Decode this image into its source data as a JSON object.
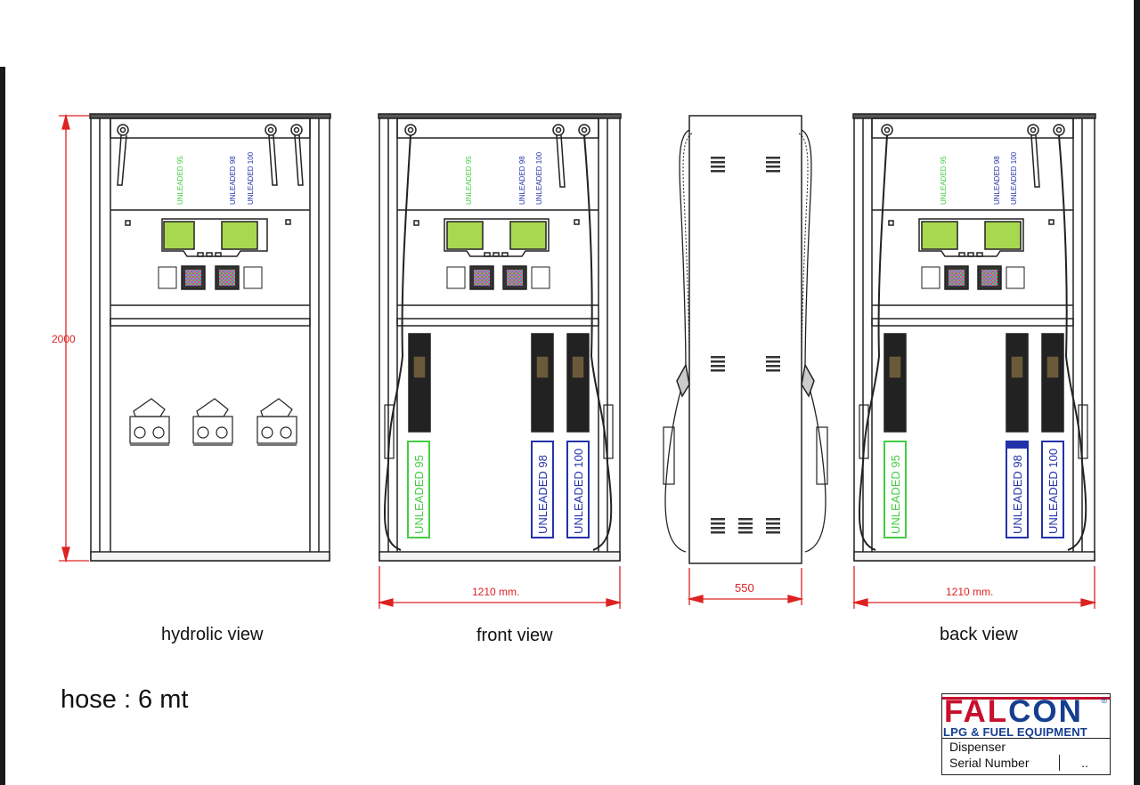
{
  "dimensions": {
    "height": "2000",
    "front_width": "1210 mm.",
    "side_width": "550",
    "back_width": "1210 mm."
  },
  "captions": {
    "hydrolic": "hydrolic view",
    "front": "front view",
    "back": "back view"
  },
  "hose_note": "hose : 6 mt",
  "products": {
    "p95": "UNLEADED 95",
    "p98": "UNLEADED 98",
    "p100": "UNLEADED 100"
  },
  "title_block": {
    "brand_fa": "FAL",
    "brand_con": "CON",
    "registered": "®",
    "subtitle": "LPG & FUEL EQUIPMENT",
    "dispenser_label": "Dispenser",
    "serial_label": "Serial Number",
    "serial_value": ".."
  },
  "colors": {
    "dimension": "#dd2222",
    "green_product": "#44cc44",
    "blue_product": "#2233aa",
    "lcd": "#a8d850",
    "logo_red": "#c8102e",
    "logo_blue": "#163e8f"
  }
}
